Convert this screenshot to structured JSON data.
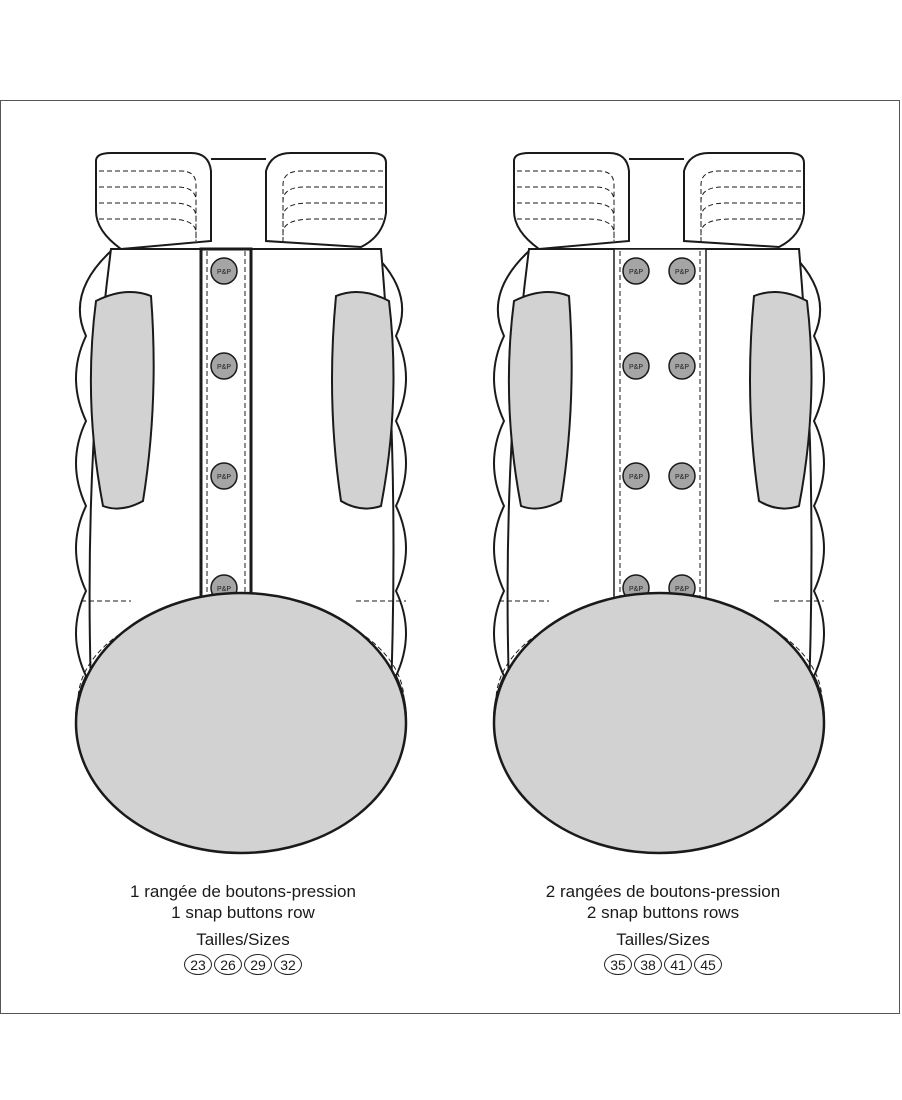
{
  "colors": {
    "fill": "#d2d2d2",
    "outline": "#1a1a1a",
    "paper": "#ffffff",
    "snap": "#a5a5a5"
  },
  "left": {
    "line1": "1 rangée de boutons-pression",
    "line2": "1 snap buttons row",
    "sizes_title": "Tailles/Sizes",
    "sizes": [
      "23",
      "26",
      "29",
      "32"
    ],
    "snap_rows": 1,
    "snap_label": "P&P"
  },
  "right": {
    "line1": "2 rangées de boutons-pression",
    "line2": "2 snap buttons rows",
    "sizes_title": "Tailles/Sizes",
    "sizes": [
      "35",
      "38",
      "41",
      "45"
    ],
    "snap_rows": 2,
    "snap_label": "P&P"
  }
}
